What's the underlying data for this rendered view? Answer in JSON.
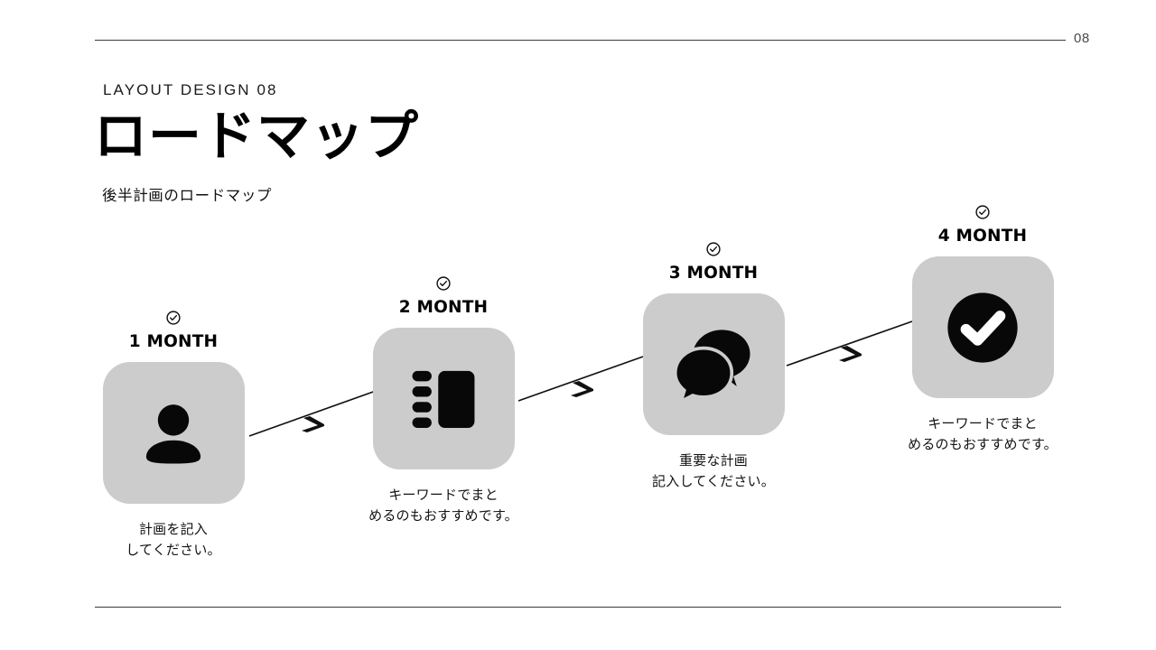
{
  "page": {
    "number": "08",
    "eyebrow": "LAYOUT DESIGN 08",
    "title": "ロードマップ",
    "subtitle": "後半計画のロードマップ",
    "accent_color": "#000000",
    "card_color": "#cccccc",
    "rule_color": "#3b3b3b",
    "background_color": "#ffffff"
  },
  "roadmap": {
    "steps": [
      {
        "label": "1 MONTH",
        "icon": "person-icon",
        "check": "check-circle-icon",
        "caption": "計画を記入\nしてください。"
      },
      {
        "label": "2 MONTH",
        "icon": "layout-list-icon",
        "check": "check-circle-icon",
        "caption": "キーワードでまと\nめるのもおすすめです。"
      },
      {
        "label": "3 MONTH",
        "icon": "chat-bubbles-icon",
        "check": "check-circle-icon",
        "caption": "重要な計画\n記入してください。"
      },
      {
        "label": "4 MONTH",
        "icon": "check-circle-filled-icon",
        "check": "check-circle-icon",
        "caption": "キーワードでまと\nめるのもおすすめです。"
      }
    ],
    "connectors": [
      {
        "name": "connector-1-to-2"
      },
      {
        "name": "connector-2-to-3"
      },
      {
        "name": "connector-3-to-4"
      }
    ]
  }
}
